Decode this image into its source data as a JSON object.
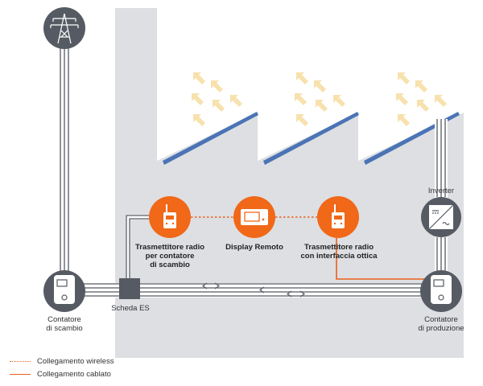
{
  "colors": {
    "building": "#dedfe3",
    "line": "#555a61",
    "node_gray": "#565b63",
    "node_orange": "#f06818",
    "panel": "#4b74b5",
    "sun": "#f7e1ad",
    "wireless": "#e8601c",
    "wired": "#e8601c"
  },
  "nodes": {
    "pylon": {
      "icon": "power-pylon-icon"
    },
    "meter_exchange": {
      "icon": "meter-icon",
      "label_line1": "Contatore",
      "label_line2": "di scambio"
    },
    "meter_production": {
      "icon": "meter-icon",
      "label_line1": "Contatore",
      "label_line2": "di produzione"
    },
    "inverter": {
      "icon": "inverter-icon",
      "label": "Inverter"
    },
    "board": {
      "label": "Scheda ES"
    },
    "tx_exchange": {
      "icon": "radio-transmitter-icon",
      "label_line1": "Trasmettitore radio",
      "label_line2": "per contatore",
      "label_line3": "di scambio"
    },
    "display": {
      "icon": "remote-display-icon",
      "label": "Display Remoto"
    },
    "tx_optical": {
      "icon": "radio-transmitter-icon",
      "label_line1": "Trasmettitore radio",
      "label_line2": "con interfaccia ottica"
    }
  },
  "legend": {
    "wireless_label": "Collegamento wireless",
    "wired_label": "Collegamento cablato"
  }
}
